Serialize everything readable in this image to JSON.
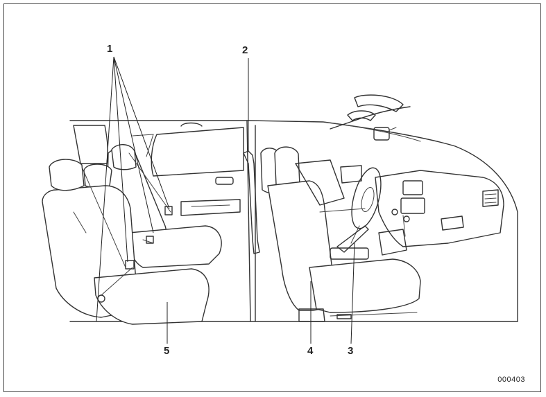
{
  "callouts": {
    "c1": "1",
    "c2": "2",
    "c3": "3",
    "c4": "4",
    "c5": "5"
  },
  "figure_number": "000403"
}
